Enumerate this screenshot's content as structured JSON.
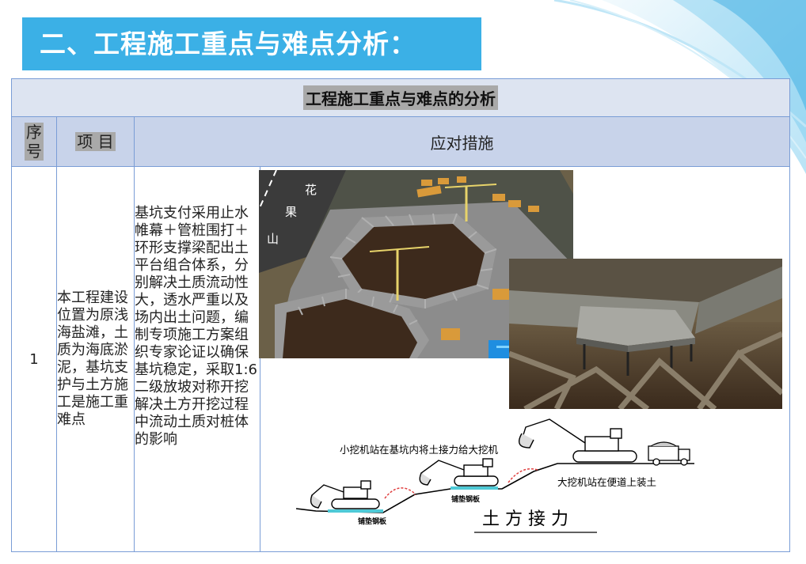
{
  "slide": {
    "title": "二、工程施工重点与难点分析："
  },
  "table": {
    "caption": "工程施工重点与难点的分析",
    "headers": {
      "seq": "序号",
      "item": "项 目",
      "measures": "应对措施"
    },
    "rows": [
      {
        "seq": "1",
        "item": "本工程建设位置为原浅海盐滩，土质为海底淤泥，基坑支护与土方施工是施工重难点",
        "description": "基坑支付采用止水帷幕＋管桩围打＋环形支撑梁配出土平台组合体系，分别解决土质流动性大，透水严重以及场内出土问题，编制专项施工方案组织专家论证以确保基坑稳定，采取1:6二级放坡对称开挖解决土方开挖过程中流动土质对桩体的影响"
      }
    ]
  },
  "figures": {
    "site_plan": {
      "road_label_1": "花",
      "road_label_2": "果",
      "road_label_3": "山"
    },
    "earthwork": {
      "small_excavator_label": "小挖机站在基坑内将土接力给大挖机",
      "large_excavator_label": "大挖机站在便道上装土",
      "plate_label_1": "铺垫钢板",
      "plate_label_2": "铺垫钢板",
      "caption": "土 方 接 力"
    }
  },
  "colors": {
    "title_bar": "#3bb0e6",
    "table_border": "#7a9dd6",
    "caption_bg": "#dde4f1",
    "header_bg": "#c8d3ea",
    "highlight": "#a9a9a9"
  }
}
